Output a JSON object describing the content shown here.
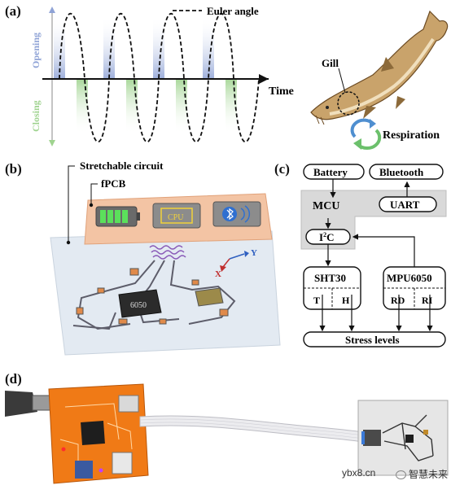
{
  "panels": {
    "a": {
      "label": "(a)",
      "legend": "Euler angle",
      "opening": "Opening",
      "closing": "Closing",
      "time": "Time",
      "gill": "Gill",
      "respiration": "Respiration"
    },
    "b": {
      "label": "(b)",
      "stretchable": "Stretchable circuit",
      "fpcb": "fPCB",
      "cpu": "CPU",
      "chip": "6050",
      "axis_x": "X",
      "axis_y": "Y"
    },
    "c": {
      "label": "(c)",
      "battery": "Battery",
      "bluetooth": "Bluetooth",
      "mcu": "MCU",
      "uart": "UART",
      "i2c_base": "I",
      "i2c_sup": "2",
      "i2c_tail": "C",
      "sht30": "SHT30",
      "mpu6050": "MPU6050",
      "t": "T",
      "h": "H",
      "rd": "RD",
      "ri": "RI",
      "stress": "Stress levels"
    },
    "d": {
      "label": "(d)"
    }
  },
  "watermark": {
    "site": "ybx8.cn",
    "brand": "智慧未来"
  },
  "colors": {
    "opening_band": "#8fa3d6",
    "closing_band": "#9fd38f",
    "fish": "#c9a36b",
    "fpcb": "#f3c4a4",
    "film": "#dfe6ef",
    "gray_box": "#d9d9d9",
    "pcb_orange": "#f07a16"
  }
}
